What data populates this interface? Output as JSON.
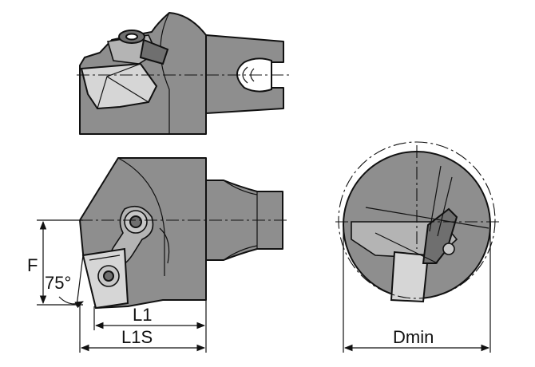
{
  "labels": {
    "f": "F",
    "angle": "75°",
    "l1": "L1",
    "l1s": "L1S",
    "dmin": "Dmin"
  }
}
